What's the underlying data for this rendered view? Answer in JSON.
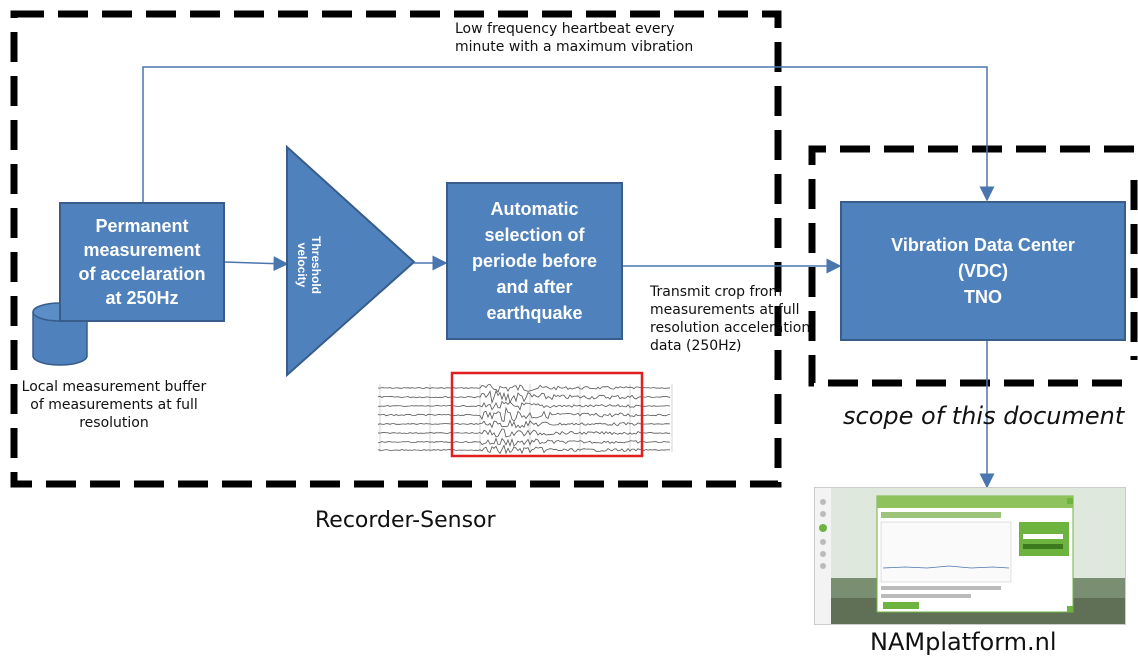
{
  "boxes": {
    "permanent": "Permanent\nmeasurement\nof accelaration\nat 250Hz",
    "automatic": "Automatic\nselection of\nperiode before\nand after\nearthquake",
    "vdc": "Vibration Data Center\n(VDC)\nTNO"
  },
  "triangle_label": "Threshold\nvelocity",
  "notes": {
    "heartbeat": "Low frequency  heartbeat  every\nminute with a  maximum vibration",
    "buffer": "Local measurement buffer\nof measurements at full\nresolution",
    "transmit": "Transmit crop from\nmeasurements at full\nresolution acceleration\ndata (250Hz)"
  },
  "captions": {
    "recorder": "Recorder-Sensor",
    "scope": "scope of this document",
    "platform": "NAMplatform.nl"
  },
  "colors": {
    "box_fill": "#4f81bd",
    "box_border": "#385d8a",
    "arrow": "#4a76b0",
    "highlight": "#e02020"
  }
}
